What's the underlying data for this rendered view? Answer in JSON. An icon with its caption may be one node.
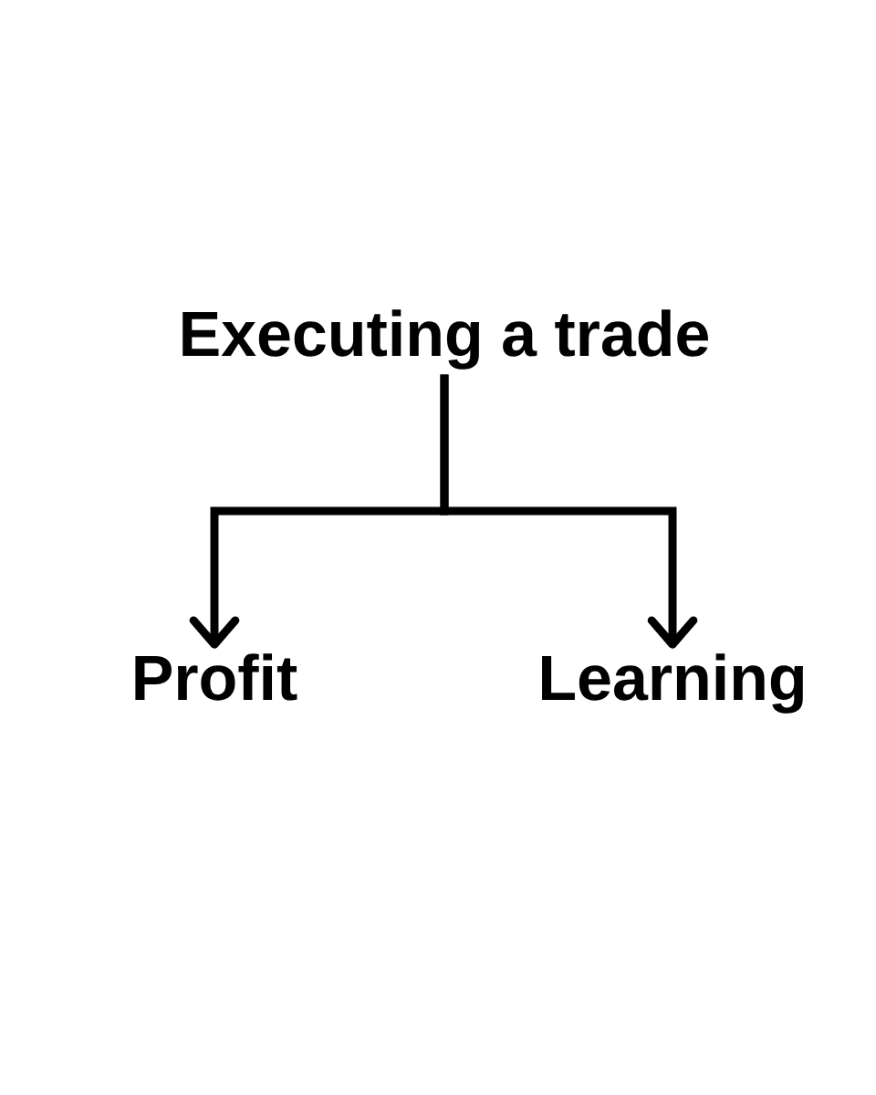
{
  "diagram": {
    "nodes": [
      {
        "text": [
          "Executing a trade"
        ]
      },
      {
        "text": [
          "Profit"
        ]
      },
      {
        "text": [
          "Learning"
        ]
      }
    ],
    "edges": [
      {
        "from": 0,
        "to": 1,
        "arrow": "to"
      },
      {
        "from": 0,
        "to": 2,
        "arrow": "to"
      }
    ]
  }
}
